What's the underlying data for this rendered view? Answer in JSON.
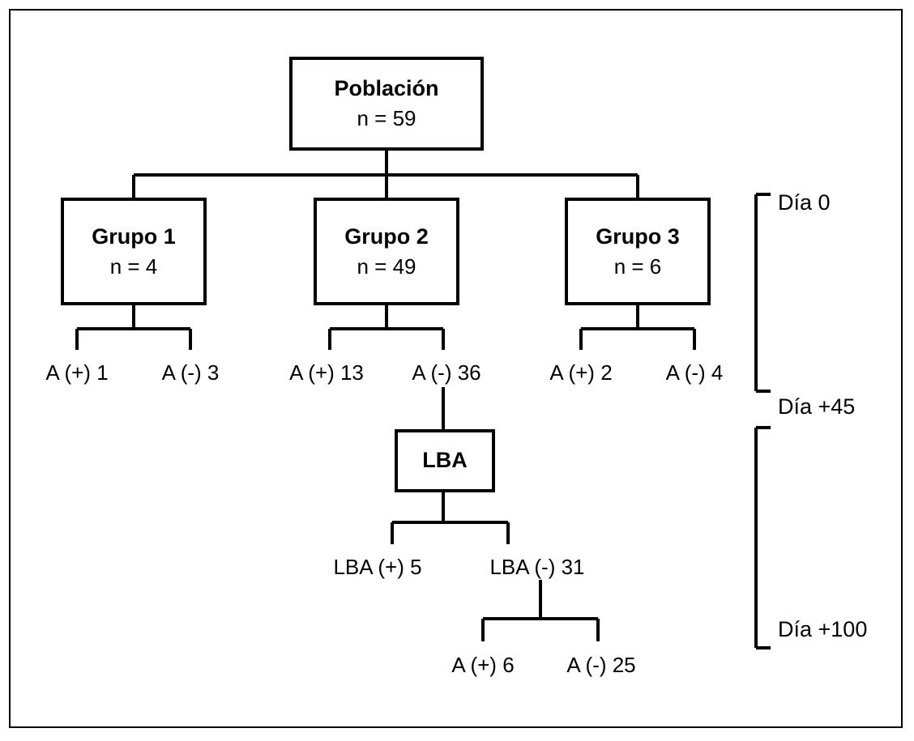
{
  "diagram": {
    "title_text": "Población",
    "type": "flowchart-tree",
    "root": {
      "label": "Población",
      "count_text": "n = 59"
    },
    "groups": [
      {
        "label": "Grupo 1",
        "count_text": "n = 4"
      },
      {
        "label": "Grupo 2",
        "count_text": "n = 49"
      },
      {
        "label": "Grupo 3",
        "count_text": "n = 6"
      }
    ],
    "group_outcomes": [
      {
        "positive": "A (+) 1",
        "negative": "A (-) 3"
      },
      {
        "positive": "A (+) 13",
        "negative": "A (-) 36"
      },
      {
        "positive": "A (+) 2",
        "negative": "A (-) 4"
      }
    ],
    "lba_node": {
      "label": "LBA"
    },
    "lba_outcomes": {
      "positive": "LBA (+) 5",
      "negative": "LBA (-) 31"
    },
    "final_outcomes": {
      "positive": "A (+) 6",
      "negative": "A (-) 25"
    },
    "timeline": [
      {
        "label": "Día 0"
      },
      {
        "label": "Día +45"
      },
      {
        "label": "Día +100"
      }
    ]
  },
  "style": {
    "stroke": "#000000",
    "background": "#ffffff"
  }
}
